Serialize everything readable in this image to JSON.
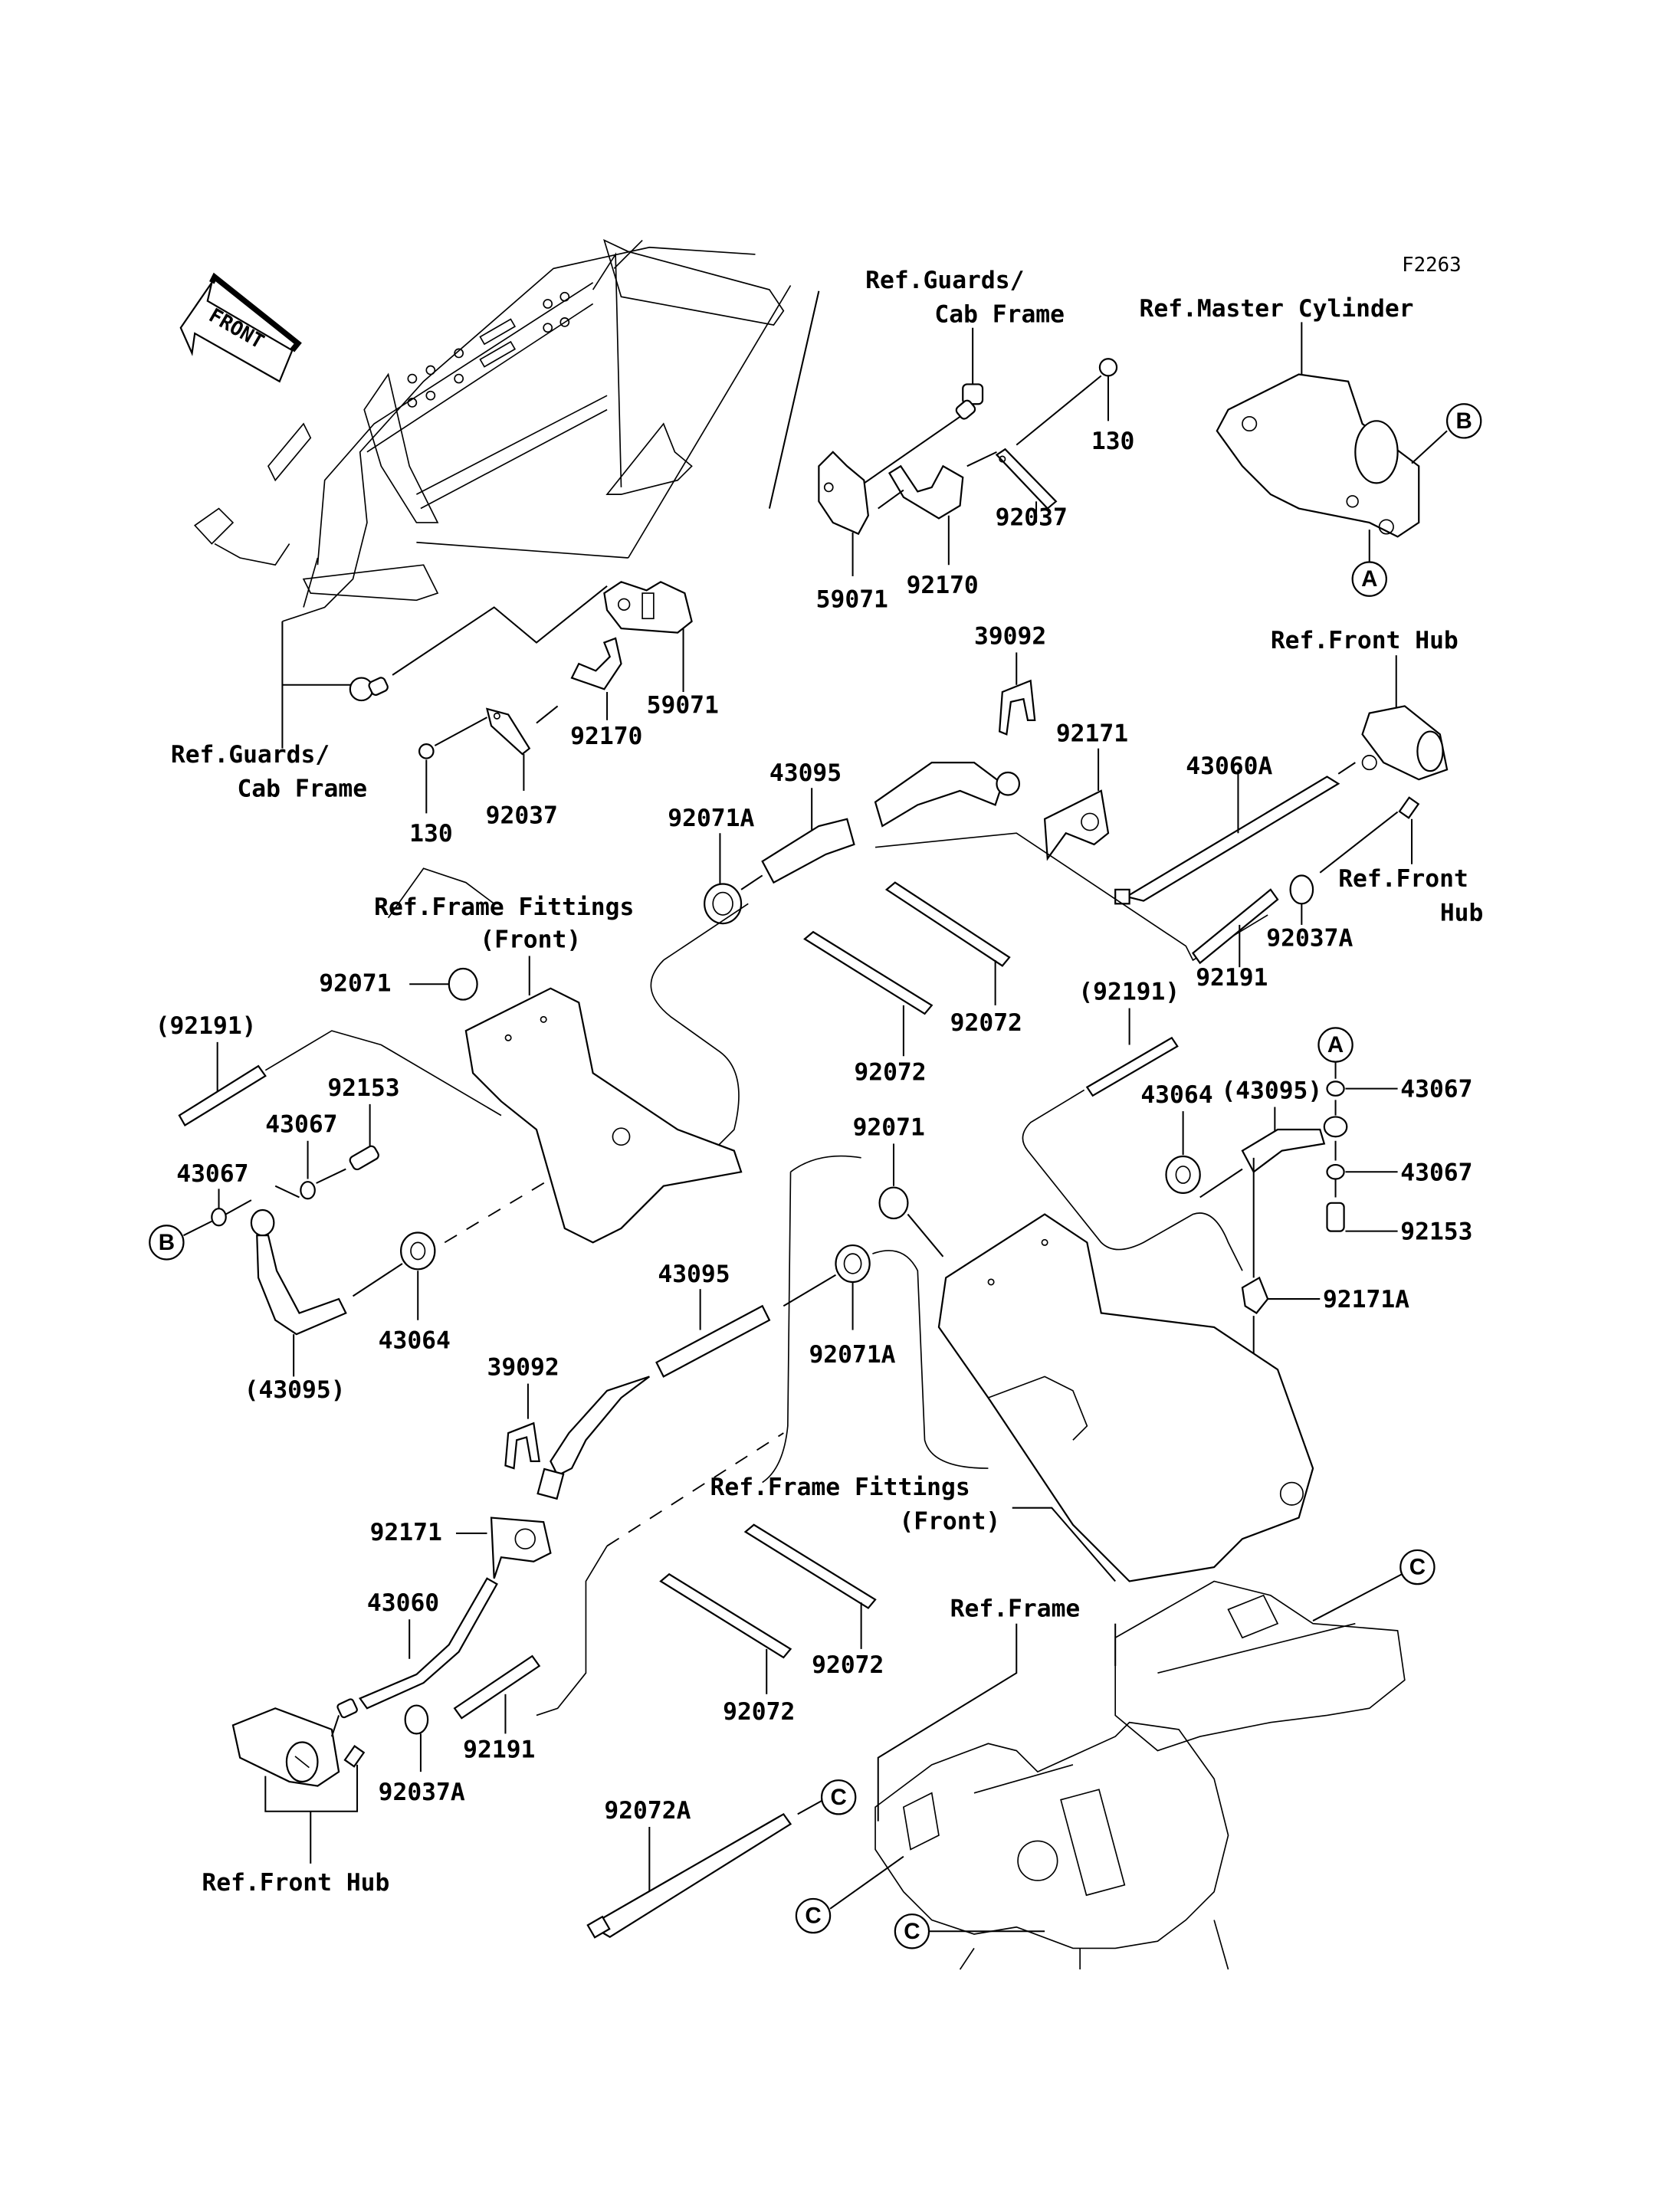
{
  "figure_code": "F2263",
  "direction_arrow": {
    "label": "FRONT",
    "icon": "front-arrow-icon"
  },
  "refs": {
    "guards_cab_top_1": "Ref.Guards/",
    "guards_cab_top_2": "Cab Frame",
    "guards_cab_left_1": "Ref.Guards/",
    "guards_cab_left_2": "Cab Frame",
    "master_cylinder": "Ref.Master Cylinder",
    "front_hub_top": "Ref.Front Hub",
    "front_hub_right_1": "Ref.Front",
    "front_hub_right_2": "Hub",
    "frame_fittings_upper_1": "Ref.Frame Fittings",
    "frame_fittings_upper_2": "(Front)",
    "frame_fittings_lower_1": "Ref.Frame Fittings",
    "frame_fittings_lower_2": "(Front)",
    "frame": "Ref.Frame",
    "front_hub_bottom": "Ref.Front Hub"
  },
  "connectors": {
    "A": "A",
    "B": "B",
    "C": "C"
  },
  "part_labels": {
    "p130_top": "130",
    "p92037_top": "92037",
    "p59071_top": "59071",
    "p92170_top": "92170",
    "p59071_left": "59071",
    "p92170_left": "92170",
    "p92037_left": "92037",
    "p130_left": "130",
    "p39092_top": "39092",
    "p92171_top": "92171",
    "p43060A": "43060A",
    "p92037A_right": "92037A",
    "p92191_right": "92191",
    "p43095_top": "43095",
    "p92071A_top": "92071A",
    "p92072_a": "92072",
    "p92072_b": "92072",
    "p92071_left": "92071",
    "p92191_paren_left": "(92191)",
    "p92153_left": "92153",
    "p43067_left_a": "43067",
    "p43067_left_b": "43067",
    "p43064_left": "43064",
    "p43095_paren_left": "(43095)",
    "p92191_paren_right": "(92191)",
    "p43095_paren_right": "(43095)",
    "p43064_right": "43064",
    "p43067_right_a": "43067",
    "p43067_right_b": "43067",
    "p92153_right": "92153",
    "p92171A": "92171A",
    "p92071_mid": "92071",
    "p43095_mid": "43095",
    "p92071A_mid": "92071A",
    "p39092_mid": "39092",
    "p92171_bottom": "92171",
    "p43060": "43060",
    "p92191_bottom": "92191",
    "p92037A_bottom": "92037A",
    "p92072_c": "92072",
    "p92072_d": "92072",
    "p92072A": "92072A"
  }
}
